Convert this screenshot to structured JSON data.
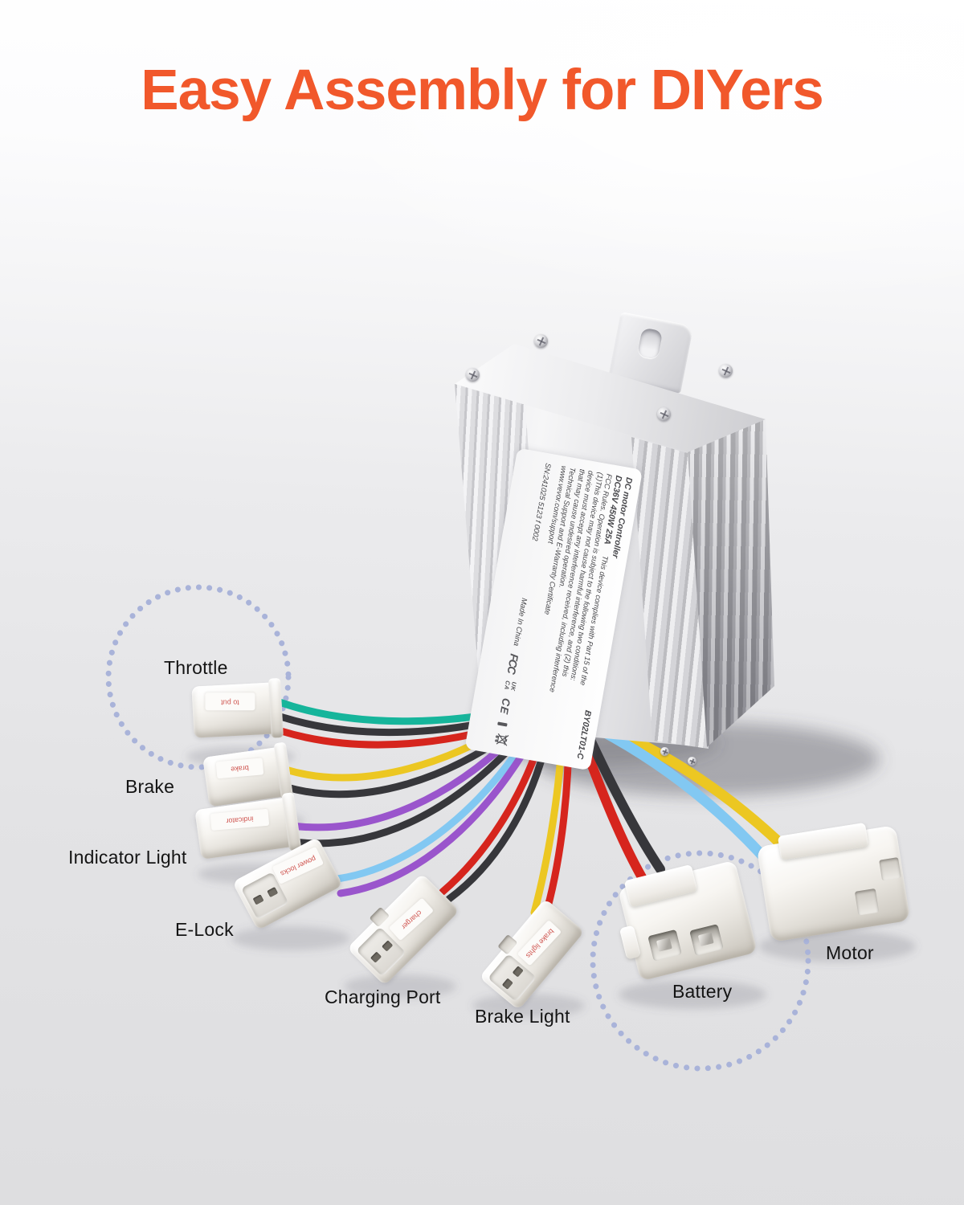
{
  "title": {
    "text": "Easy Assembly for DIYers",
    "color": "#f1582b"
  },
  "connector_labels": {
    "throttle": "Throttle",
    "brake": "Brake",
    "indicator_light": "Indicator Light",
    "e_lock": "E-Lock",
    "charging_port": "Charging Port",
    "brake_light": "Brake Light",
    "battery": "Battery",
    "motor": "Motor"
  },
  "device_label": {
    "product_name": "DC motor Controller",
    "model": "BY02LT01-C",
    "specs": "DC36V  450W  25A",
    "fcc_line1": "This device complies with Part 15 of the",
    "fcc_line2": "FCC Rules. Operation is subject to the following two conditions:",
    "fcc_line3": "(1)This device may not cause harmful interference, and (2) this",
    "fcc_line4": "device must accept any interference received, including interference",
    "fcc_line5": "that may cause undesired operation.",
    "support_line": "Technical Support and E-Warranty Certificate",
    "website": "www.vevor.com/support",
    "serial": "SN:241025 5123 f 0002",
    "origin": "Made In China",
    "logos": {
      "fcc": "FCC",
      "ukca_top": "UK",
      "ukca_bottom": "CA",
      "ce": "CE"
    }
  },
  "connector_stickers": {
    "throttle": "to put",
    "brake": "brake",
    "indicator": "indicator",
    "e_lock": "power locks",
    "charging": "charger",
    "brake_light": "brake lights"
  },
  "colors": {
    "accent_orange": "#f1582b",
    "dotted_circle": "#a9b3d9",
    "wire_teal": "#16b59b",
    "wire_black": "#37373b",
    "wire_red": "#d6251d",
    "wire_yellow": "#ecc722",
    "wire_purple": "#9a55cc",
    "wire_blue": "#82c8f2",
    "connector_white": "#f5f3ef",
    "box_silver": "#e4e4e7"
  }
}
